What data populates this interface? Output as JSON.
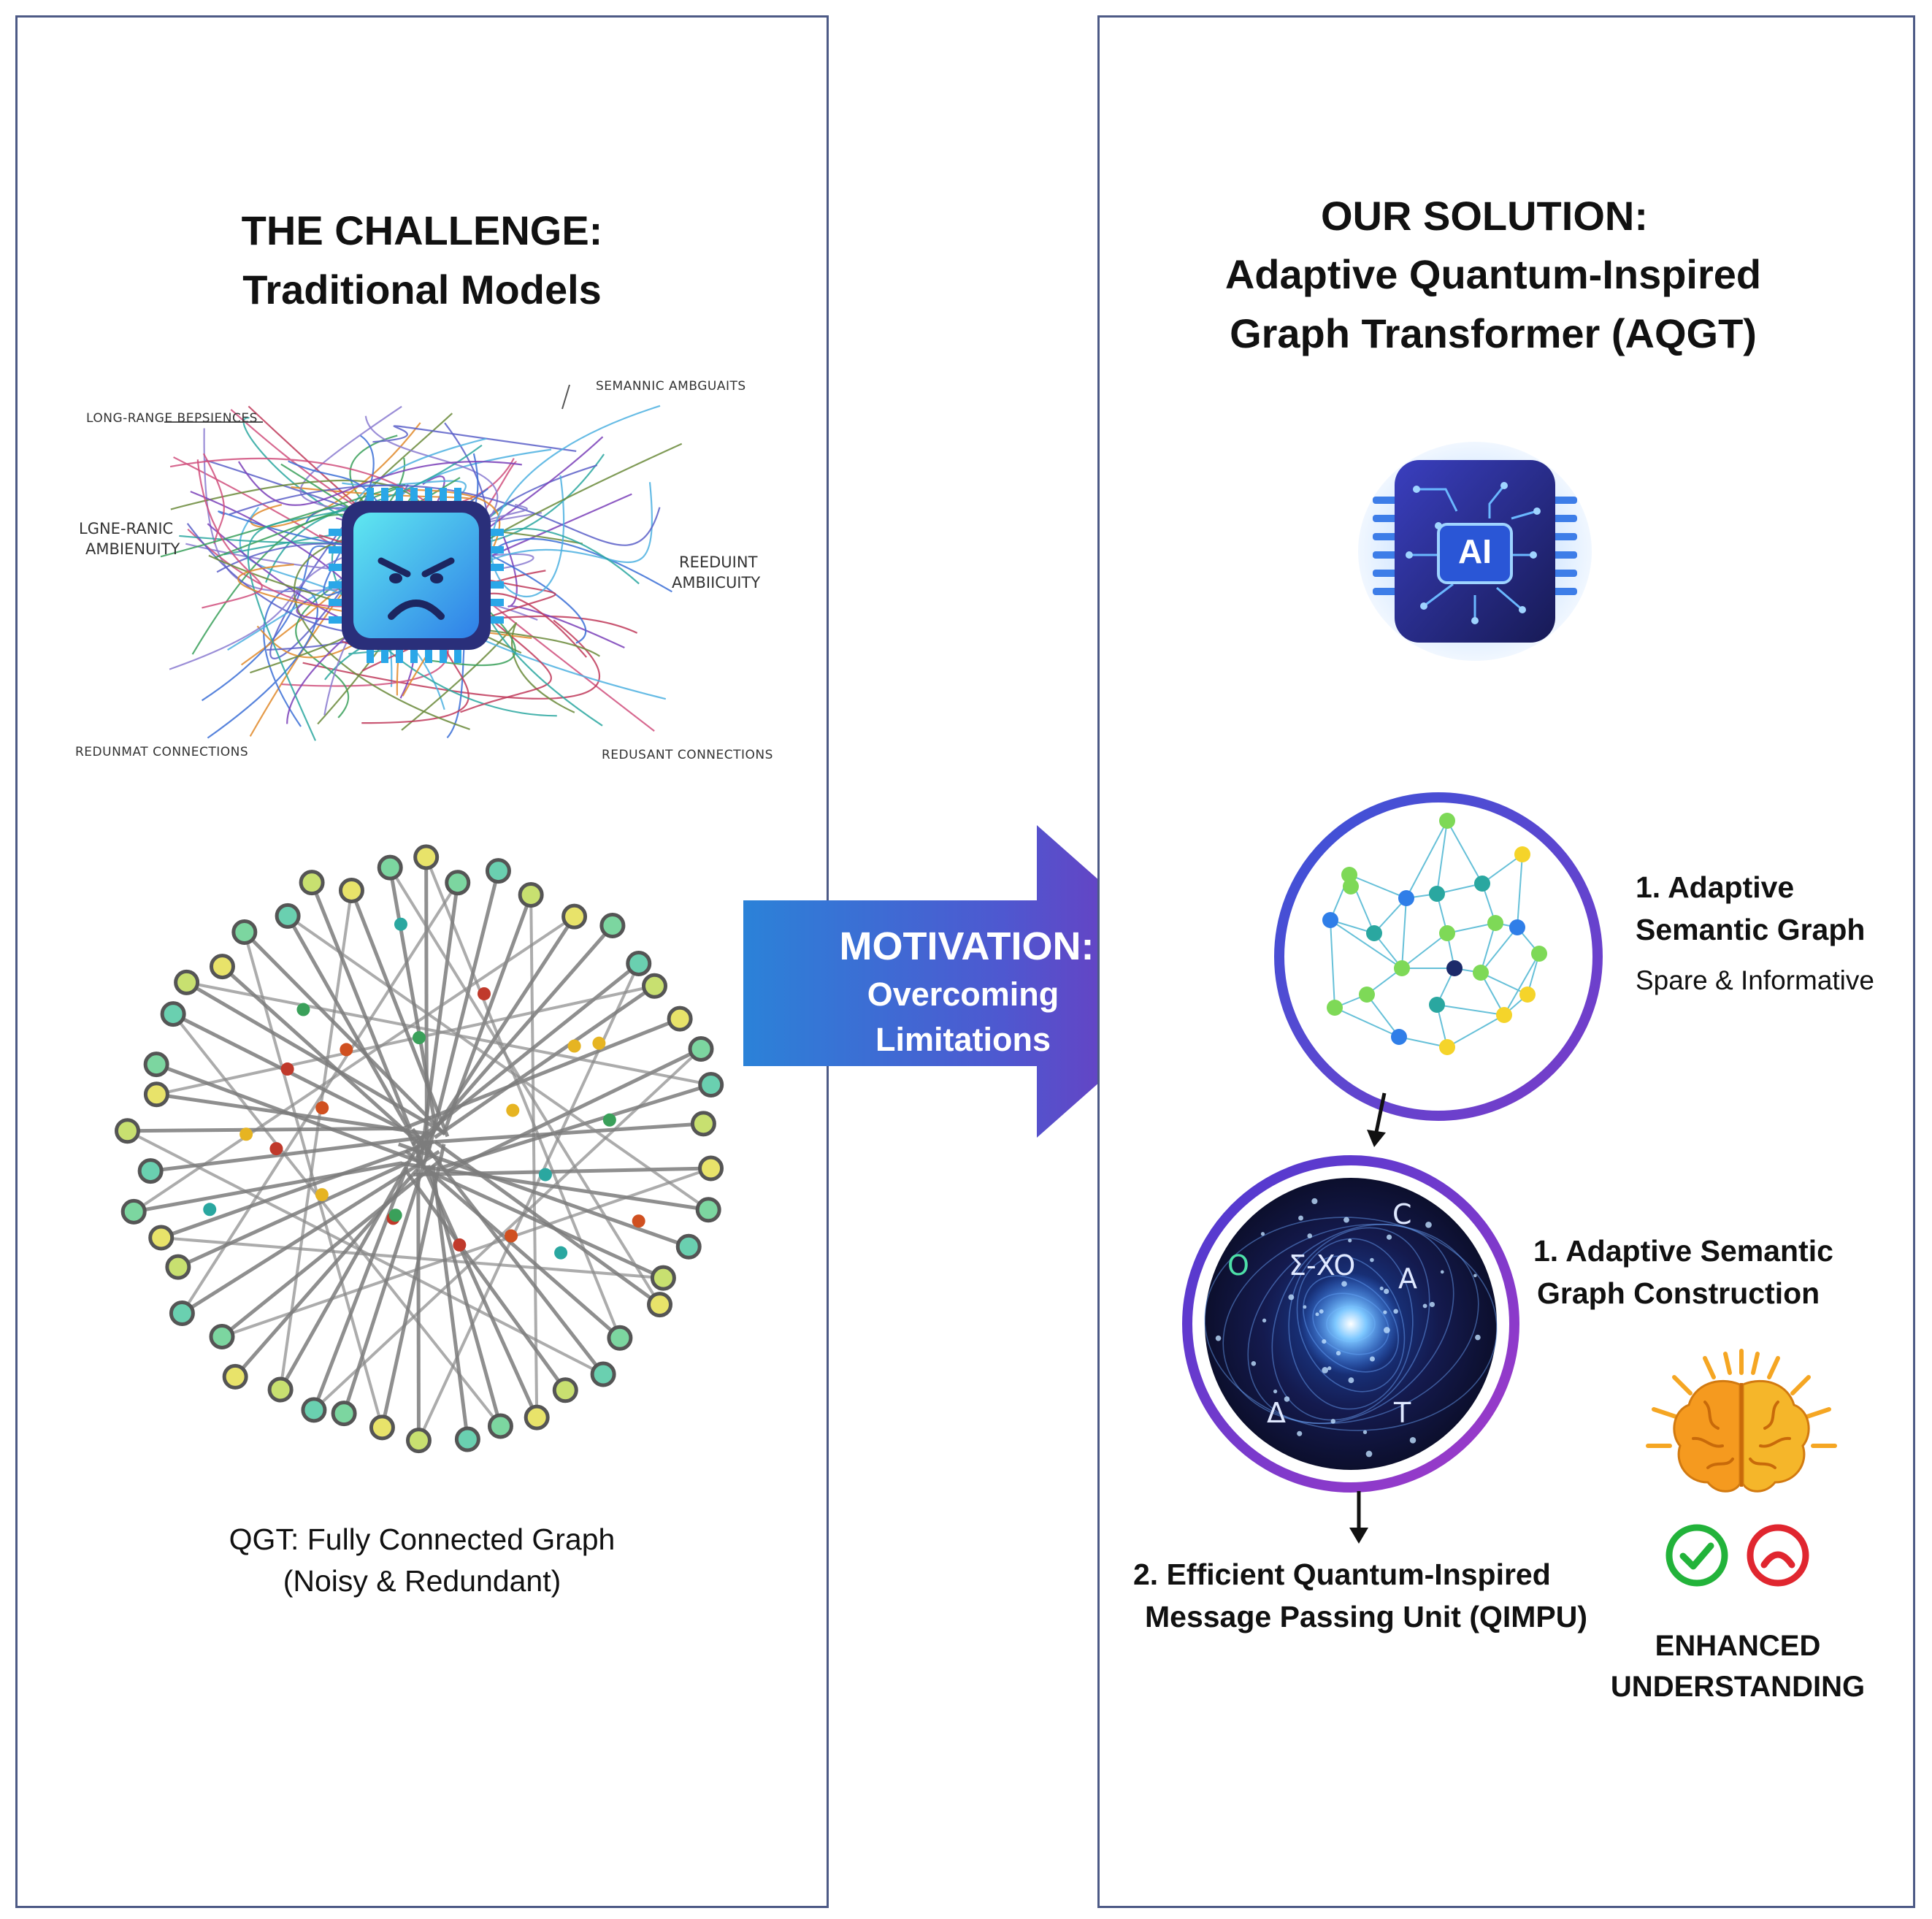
{
  "left": {
    "title_line1": "THE CHALLENGE:",
    "title_line2": "Traditional Models",
    "labels": {
      "long_range_top": "LONG-RANGE BEPSIENCES",
      "semantic": "SEMANNIC AMBGUAITS",
      "lgne_ranic_1": "LGNE-RANIC",
      "lgne_ranic_2": "AMBIENUITY",
      "redundant_1": "REEDUINT",
      "redundant_2": "AMBIICUITY",
      "redundant_conn_left": "REDUNMAT CONNECTIONS",
      "redundant_conn_right": "REDUSANT CONNECTIONS"
    },
    "caption_line1": "QGT: Fully Connected Graph",
    "caption_line2": "(Noisy & Redundant)"
  },
  "arrow": {
    "line1": "MOTIVATION:",
    "line2": "Overcoming",
    "line3": "Limitations"
  },
  "right": {
    "title_line1": "OUR SOLUTION:",
    "title_line2": "Adaptive Quantum-Inspired",
    "title_line3": "Graph Transformer (AQGT)",
    "chip_label": "AI",
    "step1_line1": "1. Adaptive",
    "step1_line2": "Semantic Graph",
    "step1_line3": "Spare & Informative",
    "quantum_glyphs": [
      "O",
      "Σ-XO",
      "A",
      "C",
      "Δ",
      "T"
    ],
    "step1b_line1": "1. Adaptive Semantic",
    "step1b_line2": "Graph Construction",
    "step2_line1": "2. Efficient Quantum-Inspired",
    "step2_line2": "Message Passing Unit (QIMPU)",
    "enhanced_line1": "ENHANCED",
    "enhanced_line2": "UNDERSTANDING"
  },
  "colors": {
    "panel_border": "#4d5a86",
    "arrow_start": "#2b82d8",
    "arrow_end": "#7b2fb8",
    "check_green": "#22b33a",
    "frown_red": "#e0262f",
    "brain_orange": "#f59a1f"
  }
}
